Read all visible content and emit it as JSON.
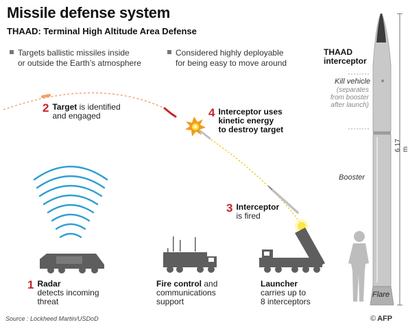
{
  "header": {
    "title": "Missile defense system",
    "subtitle": "THAAD: Terminal High Altitude Area Defense"
  },
  "bullets": [
    {
      "line1": "Targets ballistic missiles inside",
      "line2": "or outside the Earth’s atmosphere"
    },
    {
      "line1": "Considered highly deployable",
      "line2": "for being easy to move around"
    }
  ],
  "steps": {
    "radar": {
      "number": "1",
      "bold": "Radar",
      "rest1": "detects incoming",
      "rest2": "threat"
    },
    "target": {
      "number": "2",
      "bold": "Target",
      "rest1": " is identified",
      "rest2": "and engaged"
    },
    "interceptor_fired": {
      "number": "3",
      "bold": "Interceptor",
      "rest1": "is fired"
    },
    "interceptor_uses": {
      "number": "4",
      "bold1": "Interceptor uses",
      "bold2": "kinetic energy",
      "bold3": "to destroy target"
    }
  },
  "units": {
    "fire_control": {
      "bold": "Fire control",
      "rest1": " and",
      "rest2": "communications",
      "rest3": "support"
    },
    "launcher": {
      "bold": "Launcher",
      "rest1": "carries up to",
      "rest2": "8 interceptors"
    }
  },
  "missile_panel": {
    "title_line1": "THAAD",
    "title_line2": "interceptor",
    "kill_vehicle": "Kill vehicle",
    "kv_note1": "(separates",
    "kv_note2": "from booster",
    "kv_note3": "after launch)",
    "booster": "Booster",
    "flare": "Flare",
    "height": "6.17 m"
  },
  "footer": {
    "source": "Source : Lockheed Martin/USDoD",
    "credit": "AFP"
  },
  "colors": {
    "accent_red": "#c8232c",
    "vehicle_grey": "#5e5e5e",
    "missile_grey": "#c9c9c9",
    "trajectory_yellow": "#e8c400"
  }
}
